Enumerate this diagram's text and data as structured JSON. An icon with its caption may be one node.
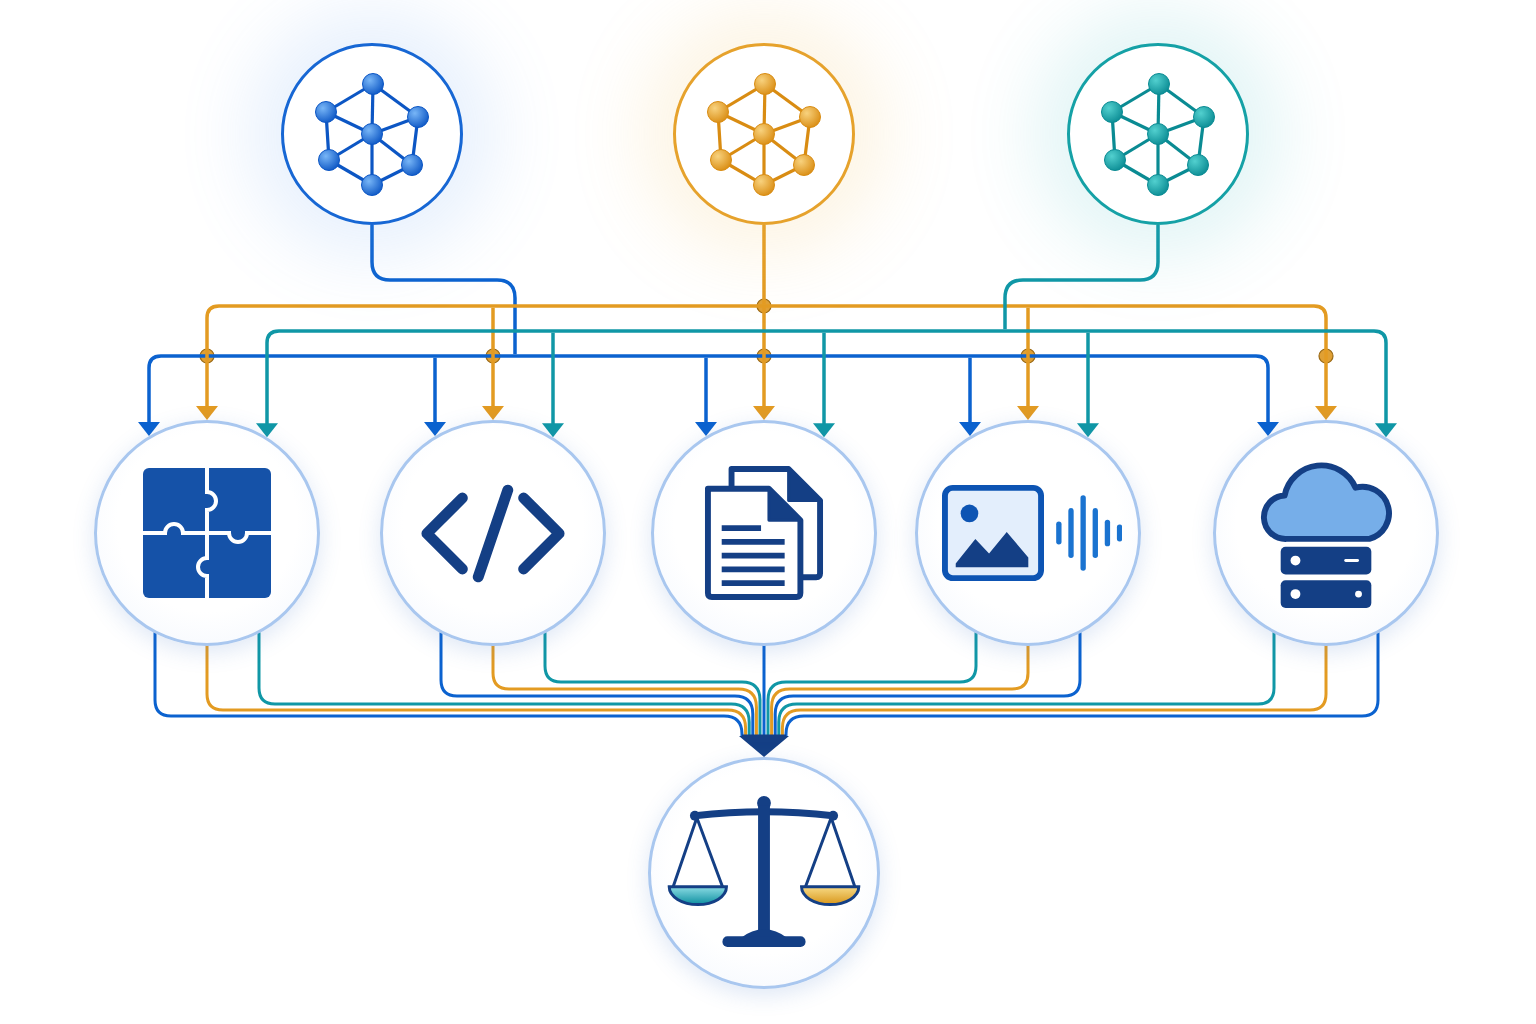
{
  "diagram": {
    "nodes": [
      {
        "text": [],
        "shape": "circle"
      },
      {
        "text": [],
        "shape": "circle"
      },
      {
        "text": [],
        "shape": "circle"
      },
      {
        "text": [],
        "shape": "circle"
      },
      {
        "text": [],
        "shape": "circle"
      },
      {
        "text": [],
        "shape": "circle"
      },
      {
        "text": [],
        "shape": "circle"
      },
      {
        "text": [],
        "shape": "circle"
      },
      {
        "text": [],
        "shape": "circle"
      }
    ],
    "edges": [
      {
        "from": 0,
        "to": 3,
        "arrow": "to"
      },
      {
        "from": 0,
        "to": 4,
        "arrow": "to"
      },
      {
        "from": 0,
        "to": 5,
        "arrow": "to"
      },
      {
        "from": 0,
        "to": 6,
        "arrow": "to"
      },
      {
        "from": 0,
        "to": 7,
        "arrow": "to"
      },
      {
        "from": 1,
        "to": 3,
        "arrow": "to",
        "color": "#e39b22"
      },
      {
        "from": 1,
        "to": 4,
        "arrow": "to",
        "color": "#e39b22"
      },
      {
        "from": 1,
        "to": 5,
        "arrow": "to",
        "color": "#e39b22"
      },
      {
        "from": 1,
        "to": 6,
        "arrow": "to",
        "color": "#e39b22"
      },
      {
        "from": 1,
        "to": 7,
        "arrow": "to",
        "color": "#e39b22"
      },
      {
        "from": 2,
        "to": 3,
        "arrow": "to",
        "color": "#1097a6"
      },
      {
        "from": 2,
        "to": 4,
        "arrow": "to",
        "color": "#1097a6"
      },
      {
        "from": 2,
        "to": 5,
        "arrow": "to",
        "color": "#1097a6"
      },
      {
        "from": 2,
        "to": 6,
        "arrow": "to",
        "color": "#1097a6"
      },
      {
        "from": 2,
        "to": 7,
        "arrow": "to",
        "color": "#1097a6"
      },
      {
        "from": 3,
        "to": 8,
        "arrow": "to"
      },
      {
        "from": 3,
        "to": 8,
        "arrow": "to",
        "color": "#e39b22"
      },
      {
        "from": 3,
        "to": 8,
        "arrow": "to",
        "color": "#1097a6"
      },
      {
        "from": 4,
        "to": 8,
        "arrow": "to"
      },
      {
        "from": 4,
        "to": 8,
        "arrow": "to",
        "color": "#e39b22"
      },
      {
        "from": 4,
        "to": 8,
        "arrow": "to",
        "color": "#1097a6"
      },
      {
        "from": 5,
        "to": 8,
        "arrow": "to"
      },
      {
        "from": 6,
        "to": 8,
        "arrow": "to"
      },
      {
        "from": 6,
        "to": 8,
        "arrow": "to",
        "color": "#e39b22"
      },
      {
        "from": 6,
        "to": 8,
        "arrow": "to",
        "color": "#1097a6"
      },
      {
        "from": 7,
        "to": 8,
        "arrow": "to"
      },
      {
        "from": 7,
        "to": 8,
        "arrow": "to",
        "color": "#e39b22"
      },
      {
        "from": 7,
        "to": 8,
        "arrow": "to",
        "color": "#1097a6"
      }
    ]
  }
}
